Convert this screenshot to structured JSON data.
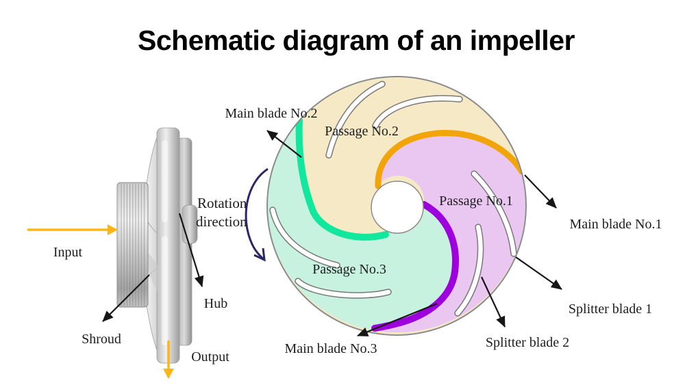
{
  "title": "Schematic diagram of an impeller",
  "side_view": {
    "input_label": "Input",
    "shroud_label": "Shroud",
    "hub_label": "Hub",
    "output_label": "Output"
  },
  "rotation_label": {
    "line1": "Rotation",
    "line2": "direction"
  },
  "impeller": {
    "passage1": "Passage No.1",
    "passage2": "Passage No.2",
    "passage3": "Passage No.3",
    "main_blade1": "Main blade No.1",
    "main_blade2": "Main blade No.2",
    "main_blade3": "Main blade No.3",
    "splitter1": "Splitter blade 1",
    "splitter2": "Splitter blade 2"
  },
  "colors": {
    "passage1_fill": "#EAC7F1",
    "passage2_fill": "#F6E9C6",
    "passage3_fill": "#C8F2E0",
    "main_blade1": "#F2A50A",
    "main_blade2": "#12E79E",
    "main_blade3": "#9D00DD",
    "rotation_arrow": "#2B2666",
    "flow_arrow": "#FFB516",
    "label_arrow": "#161616",
    "outline": "#8C8C8C"
  }
}
